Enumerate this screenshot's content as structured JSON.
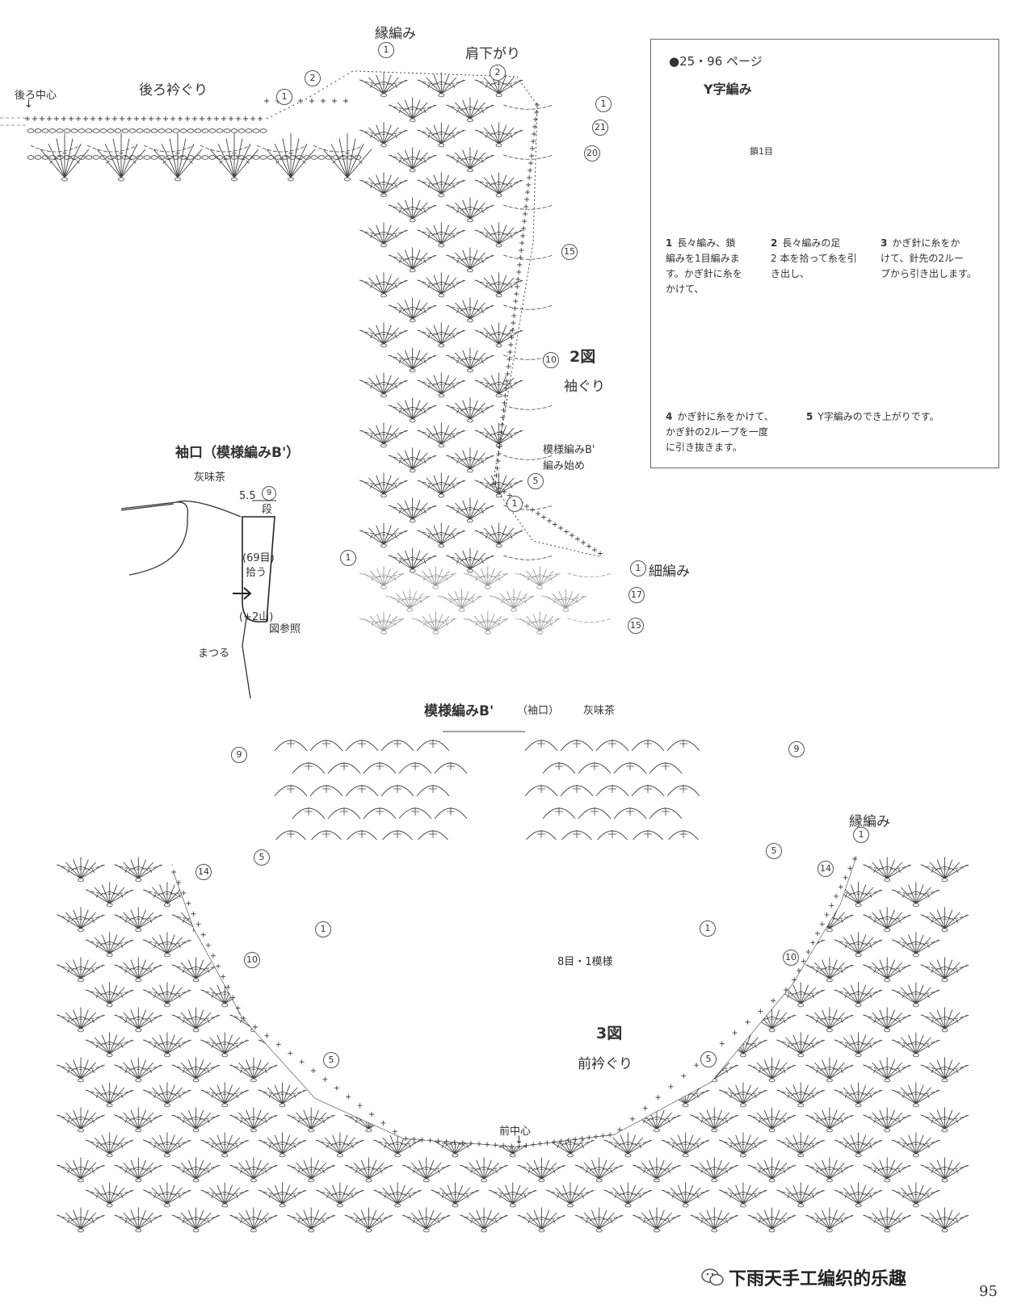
{
  "top": {
    "back_center": "後ろ中心",
    "back_neck": "後ろ衿ぐり",
    "edge_label": "縁編み",
    "shoulder_label": "肩下がり",
    "fig2_num": "2図",
    "fig2_name": "袖ぐり",
    "pattern_start_1": "模様編みB'",
    "pattern_start_2": "編み始め",
    "sc_label": "細編み",
    "rows": {
      "r1": "1",
      "r2": "2",
      "r21": "21",
      "r20": "20",
      "r15": "15",
      "r10": "10",
      "r5": "5",
      "r17": "17"
    }
  },
  "sleeve": {
    "title": "袖口（模様編みB'）",
    "color": "灰味茶",
    "width": "5.5",
    "rows_num": "9",
    "rows_unit": "段",
    "pick_count": "(69目)",
    "pick": "拾う",
    "inc": "(+2山)",
    "see_fig": "図参照",
    "sew": "まつる"
  },
  "pattern_b": {
    "title": "模様編みB'",
    "sub": "（袖口）",
    "color": "灰味茶",
    "repeat": "8目・1模様",
    "rows": {
      "r9": "9",
      "r5": "5",
      "r1": "1"
    }
  },
  "front": {
    "edge_label": "縁編み",
    "fig3_num": "3図",
    "fig3_name": "前衿ぐり",
    "front_center": "前中心",
    "rows": {
      "r1": "1",
      "r14": "14",
      "r10": "10",
      "r5": "5"
    }
  },
  "inset": {
    "ref": "●25・96 ページ",
    "title": "Y字編み",
    "chain_label": "鎖1目",
    "steps": [
      {
        "n": "1",
        "l1": "長々編み、鎖",
        "l2": "編みを1目編みま",
        "l3": "す。かぎ針に糸を",
        "l4": "かけて、"
      },
      {
        "n": "2",
        "l1": "長々編みの足",
        "l2": "2 本を拾って糸を引",
        "l3": "き出し、"
      },
      {
        "n": "3",
        "l1": "かぎ針に糸をか",
        "l2": "けて、針先の2ルー",
        "l3": "プから引き出します。"
      },
      {
        "n": "4",
        "l1": "かぎ針に糸をかけて、",
        "l2": "かぎ針の2ループを一度",
        "l3": "に引き抜きます。"
      },
      {
        "n": "5",
        "l1": "Y字編みのでき上がりです。"
      }
    ]
  },
  "footer": {
    "watermark": "下雨天手工编织的乐趣",
    "page": "95"
  },
  "colors": {
    "ink": "#444444",
    "light": "#999999",
    "text": "#333333"
  }
}
